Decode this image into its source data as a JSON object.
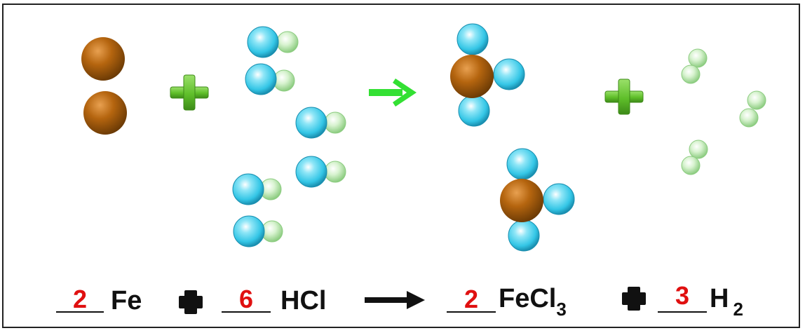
{
  "equation": {
    "terms": [
      {
        "coefficient": "2",
        "formula": "Fe"
      },
      {
        "coefficient": "6",
        "formula": "HCl"
      },
      {
        "coefficient": "2",
        "formula": "FeCl",
        "subscript": "3"
      },
      {
        "coefficient": "3",
        "formula": "H",
        "subscript": "2"
      }
    ]
  },
  "colors": {
    "iron": "#b5650f",
    "chlorine": "#34c6e6",
    "hydrogen": "#bfe9b6",
    "plus_green": "#5fbf2a",
    "arrow_green": "#33e033",
    "coefficient_red": "#e01010"
  },
  "icons": [
    "iron-atom",
    "chlorine-atom",
    "hydrogen-atom",
    "plus-icon",
    "reaction-arrow-icon"
  ]
}
